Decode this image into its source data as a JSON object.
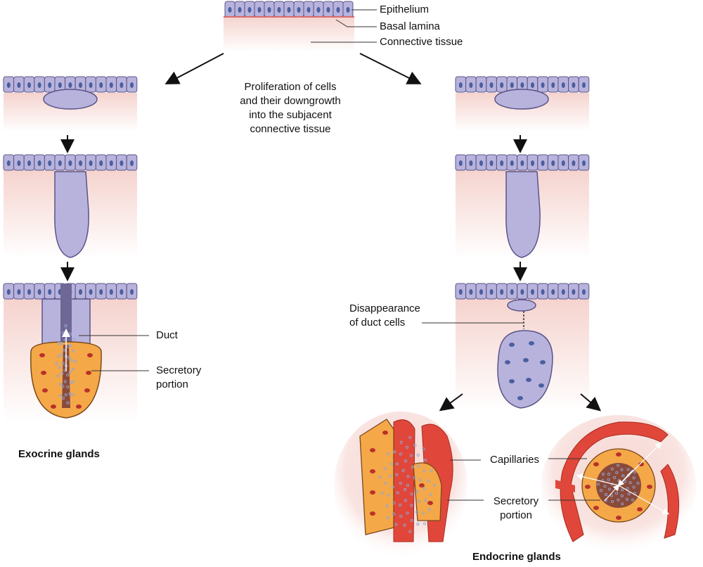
{
  "title": "Formation of exocrine and endocrine glands",
  "colors": {
    "epithelium_fill": "#b8b3dc",
    "epithelium_stroke": "#5a5488",
    "nucleus": "#4a5fa0",
    "connective_tissue": "#f7dcd8",
    "basal_lamina": "#d96a6a",
    "secretory_fill": "#f5a848",
    "secretory_nucleus": "#b8322a",
    "capillary": "#e0473a",
    "granule": "#8fa8d8",
    "lumen": "#8a4a3a"
  },
  "labels": {
    "epithelium": "Epithelium",
    "basal_lamina": "Basal lamina",
    "connective_tissue": "Connective tissue",
    "proliferation": [
      "Proliferation of cells",
      "and their downgrowth",
      "into the subjacent",
      "connective tissue"
    ],
    "duct": "Duct",
    "secretory_portion_exo": [
      "Secretory",
      "portion"
    ],
    "exocrine_glands": "Exocrine glands",
    "disappearance": [
      "Disappearance",
      "of duct cells"
    ],
    "capillaries": "Capillaries",
    "secretory_portion_endo": [
      "Secretory",
      "portion"
    ],
    "endocrine_glands": "Endocrine glands"
  }
}
